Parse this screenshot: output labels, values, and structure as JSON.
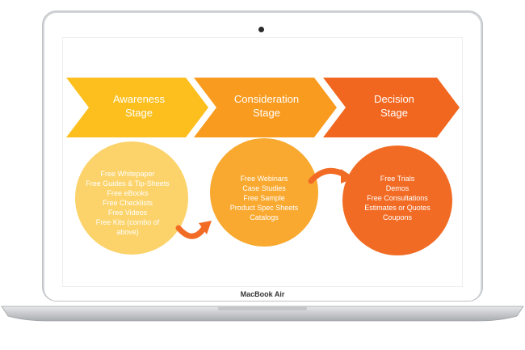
{
  "device": {
    "brand": "MacBook Air"
  },
  "stages": [
    {
      "label_line1": "Awareness",
      "label_line2": "Stage",
      "color": "#FCBF1E"
    },
    {
      "label_line1": "Consideration",
      "label_line2": "Stage",
      "color": "#F99B1F"
    },
    {
      "label_line1": "Decision",
      "label_line2": "Stage",
      "color": "#F2671F"
    }
  ],
  "circles": [
    {
      "color": "#FCD36A",
      "items": [
        "Free Whitepaper",
        "Free Guides & Tip-Sheets",
        "Free eBooks",
        "Free Checklists",
        "Free Videos",
        "Free Kits (combo of",
        "above)"
      ]
    },
    {
      "color": "#F9A930",
      "items": [
        "Free Webinars",
        "Case Studies",
        "Free Sample",
        "Product Spec Sheets",
        "Catalogs"
      ]
    },
    {
      "color": "#F26B24",
      "items": [
        "Free Trials",
        "Demos",
        "Free Consultations",
        "Estimates or Quotes",
        "Coupons"
      ]
    }
  ],
  "arrow_color": "#F26B24"
}
